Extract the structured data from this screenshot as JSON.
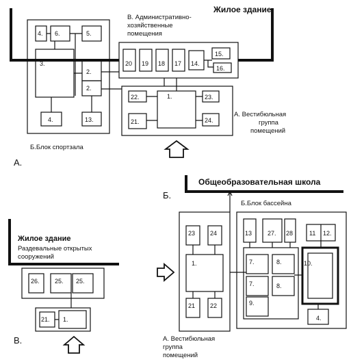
{
  "diagram_a": {
    "letter": "А.",
    "header": "Жилое здание",
    "group_b_label": "Б.Блок спортзала",
    "group_v_label": [
      "В. Административно-",
      "хозяйственные",
      "помещения"
    ],
    "group_a_label": [
      "А. Вестибюльная",
      "группа",
      "помещений"
    ],
    "rooms": {
      "r4a": "4.",
      "r6": "6.",
      "r5": "5.",
      "r3": "3.",
      "r2a": "2.",
      "r2b": "2.",
      "r4b": "4.",
      "r13": "13.",
      "r20": "20",
      "r19": "19",
      "r18": "18",
      "r17": "17",
      "r14": "14.",
      "r15": "15.",
      "r16": "16.",
      "r22": "22.",
      "r1": "1.",
      "r23": "23.",
      "r21": "21.",
      "r24": "24."
    }
  },
  "diagram_b": {
    "letter": "Б.",
    "header": "Общеобразовательная школа",
    "pool_label": "Б.Блок бассейна",
    "group_a_label": [
      "А. Вестибюльная",
      "группа",
      "помещений"
    ],
    "rooms": {
      "r23": "23",
      "r24": "24",
      "r1": "1.",
      "r21": "21",
      "r22": "22",
      "r13": "13",
      "r27": "27.",
      "r28": "28",
      "r11": "11",
      "r12": "12.",
      "r7a": "7.",
      "r8a": "8.",
      "r7b": "7.",
      "r8b": "8.",
      "r9": "9.",
      "r10": "10.",
      "r4": "4."
    }
  },
  "diagram_v": {
    "letter": "В.",
    "header": "Жилое здание",
    "sublabel": [
      "Раздевальные открытых",
      "сооружений"
    ],
    "rooms": {
      "r26": "26.",
      "r25a": "25.",
      "r25b": "25.",
      "r21": "21.",
      "r1": "1."
    }
  }
}
